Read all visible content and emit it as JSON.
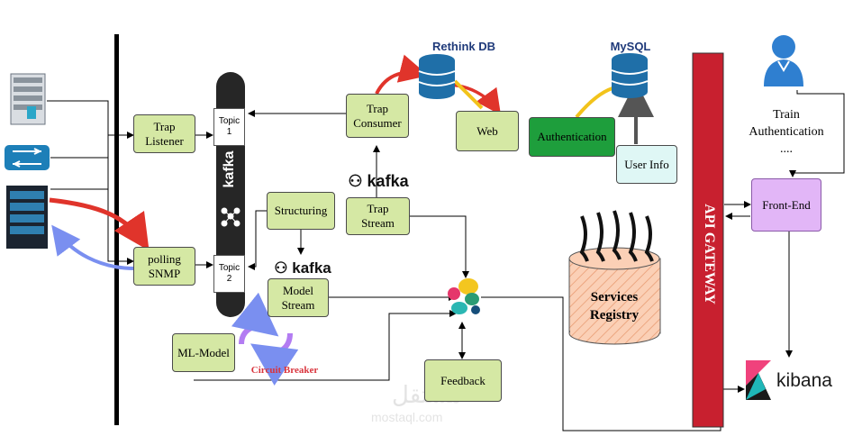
{
  "nodes": {
    "trap_listener": "Trap\nListener",
    "polling_snmp": "polling\nSNMP",
    "topic1": "Topic\n1",
    "topic2": "Topic\n2",
    "structuring": "Structuring",
    "model_stream": "Model\nStream",
    "ml_model": "ML-Model",
    "circuit_breaker": "Circuit Breaker",
    "trap_consumer": "Trap\nConsumer",
    "trap_stream": "Trap\nStream",
    "web": "Web",
    "authentication": "Authentication",
    "user_info": "User Info",
    "feedback": "Feedback",
    "services_registry": "Services\nRegistry",
    "api_gateway": "API GATEWAY",
    "front_end": "Front-End",
    "train_authentication": "Train\nAuthentication\n....",
    "rethink_db": "Rethink DB",
    "mysql": "MySQL"
  },
  "logos": {
    "kafka_word": "kafka",
    "kibana_word": "kibana",
    "watermark_arabic": "مستقل",
    "watermark_latin": "mostaql.com"
  },
  "colors": {
    "green_box": "#d5e8a4",
    "dark_green": "#1e9e3c",
    "api_gateway": "#c8202f",
    "front_end": "#e2b6f7",
    "registry": "#fbd0b6",
    "db_blue": "#1f6fa8"
  }
}
